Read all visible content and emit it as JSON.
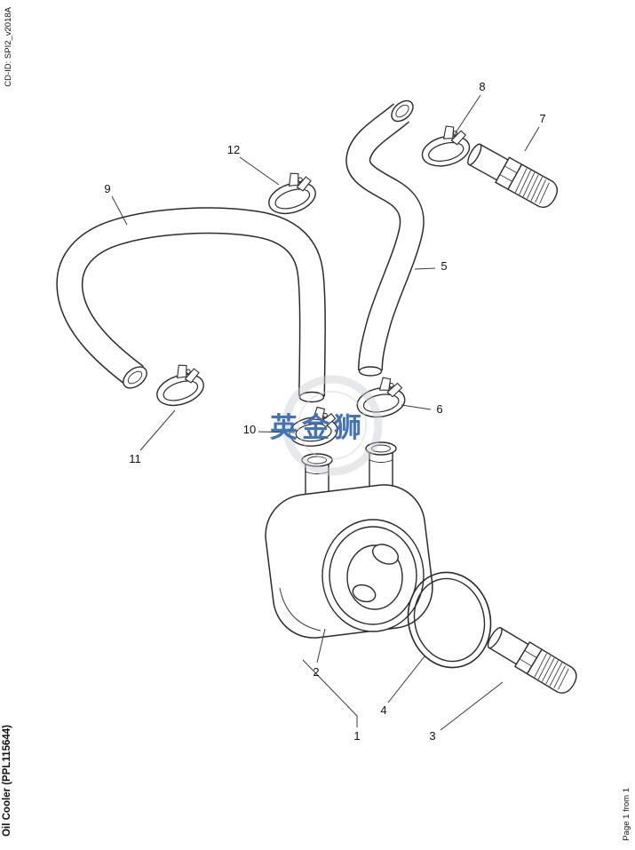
{
  "page": {
    "cd_id": "CD-ID: SPI2_v2018A",
    "title": "Oil Cooler (PPL115644)",
    "page_label": "Page 1 from 1"
  },
  "watermark": {
    "text": "英金狮",
    "color": "#3b6cb4",
    "logo_gray": "#c7cdd4"
  },
  "diagram": {
    "description": "Oil cooler exploded parts diagram with numbered callouts",
    "line_color": "#2b2b2b",
    "callouts": [
      "1",
      "2",
      "3",
      "4",
      "5",
      "6",
      "7",
      "8",
      "9",
      "10",
      "11",
      "12"
    ]
  }
}
